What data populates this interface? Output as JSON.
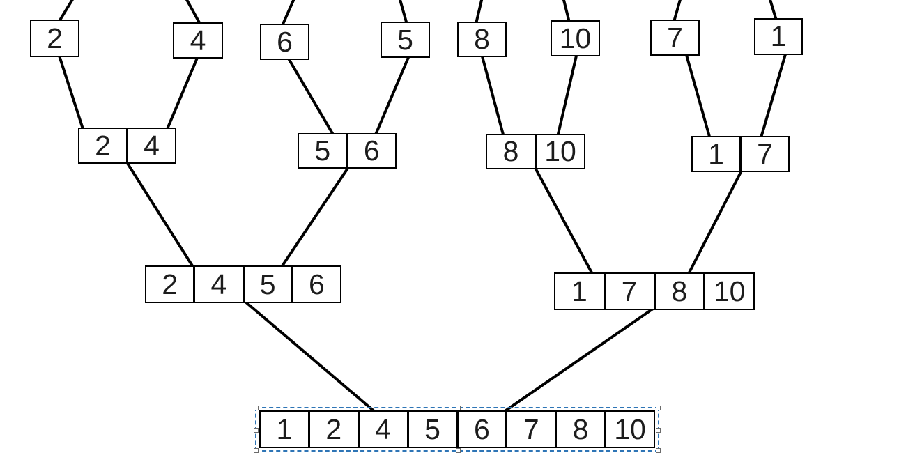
{
  "colors": {
    "background": "#ffffff",
    "box_border": "#000000",
    "connector": "#000000",
    "digit_text": "#1c1c1c",
    "selection_outline": "#2e75b6",
    "handle_fill": "#ffffff",
    "handle_border": "#6b6b6b"
  },
  "diagram": {
    "kind": "merge-sort merge tree",
    "levels": [
      {
        "name": "leaves",
        "nodes": [
          {
            "cells": [
              "2"
            ]
          },
          {
            "cells": [
              "4"
            ]
          },
          {
            "cells": [
              "6"
            ]
          },
          {
            "cells": [
              "5"
            ]
          },
          {
            "cells": [
              "8"
            ]
          },
          {
            "cells": [
              "10"
            ]
          },
          {
            "cells": [
              "7"
            ]
          },
          {
            "cells": [
              "1"
            ]
          }
        ]
      },
      {
        "name": "merged-pairs",
        "nodes": [
          {
            "cells": [
              "2",
              "4"
            ]
          },
          {
            "cells": [
              "5",
              "6"
            ]
          },
          {
            "cells": [
              "8",
              "10"
            ]
          },
          {
            "cells": [
              "1",
              "7"
            ]
          }
        ]
      },
      {
        "name": "merged-quads",
        "nodes": [
          {
            "cells": [
              "2",
              "4",
              "5",
              "6"
            ]
          },
          {
            "cells": [
              "1",
              "7",
              "8",
              "10"
            ]
          }
        ]
      },
      {
        "name": "merged-full",
        "nodes": [
          {
            "cells": [
              "1",
              "2",
              "4",
              "5",
              "6",
              "7",
              "8",
              "10"
            ],
            "selected": true
          }
        ]
      }
    ]
  }
}
